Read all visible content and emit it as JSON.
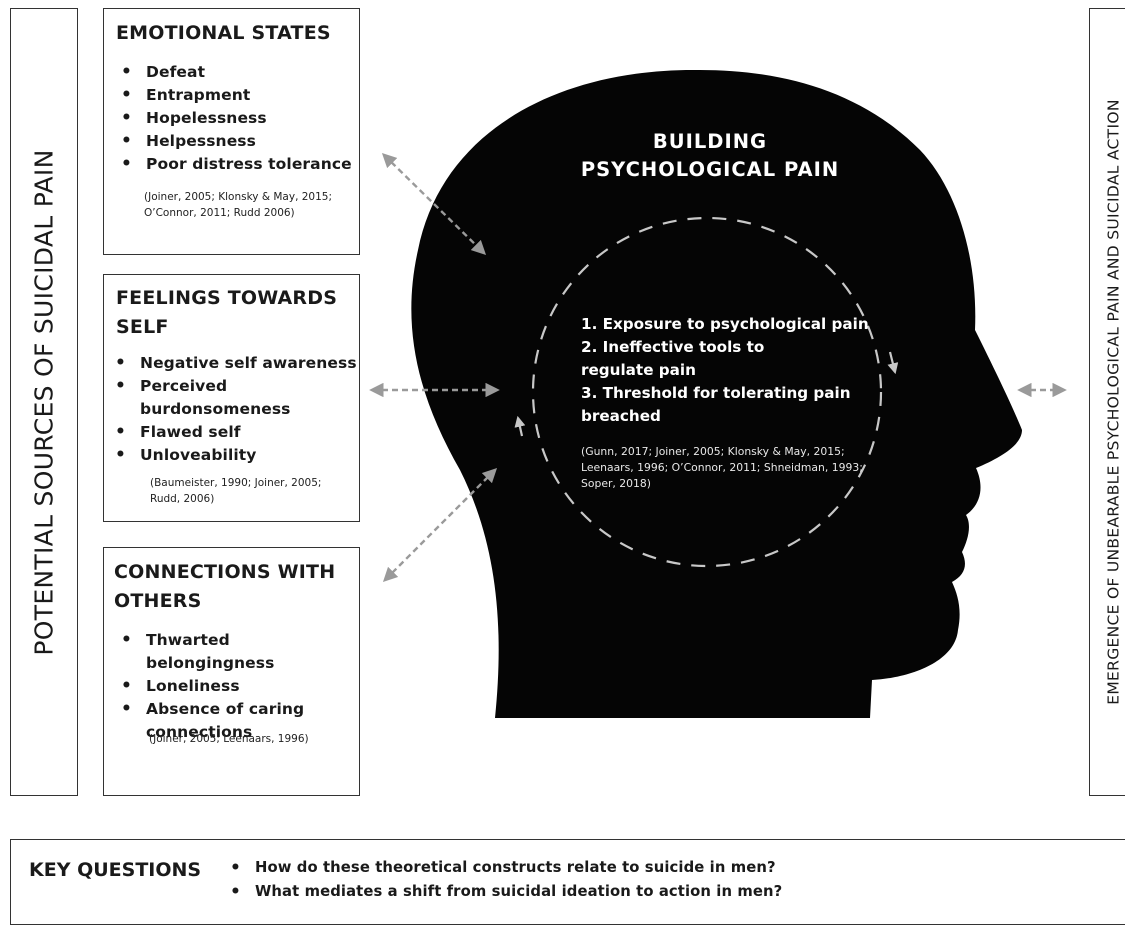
{
  "left_label": "POTENTIAL SOURCES OF SUICIDAL PAIN",
  "right_label": "EMERGENCE OF UNBEARABLE PSYCHOLOGICAL PAIN AND SUICIDAL ACTION",
  "boxes": [
    {
      "title_lines": [
        "EMOTIONAL STATES"
      ],
      "items": [
        "Defeat",
        "Entrapment",
        "Hopelessness",
        "Helpessness",
        "Poor distress tolerance"
      ],
      "citation_lines": [
        "(Joiner, 2005; Klonsky & May, 2015;",
        "O’Connor, 2011; Rudd 2006)"
      ]
    },
    {
      "title_lines": [
        "FEELINGS TOWARDS",
        "SELF"
      ],
      "items": [
        "Negative self awareness",
        "Perceived burdonsomeness",
        "Flawed self",
        "Unloveability"
      ],
      "citation_lines": [
        "(Baumeister, 1990; Joiner, 2005;",
        "Rudd, 2006)"
      ]
    },
    {
      "title_lines": [
        "CONNECTIONS WITH",
        "OTHERS"
      ],
      "items": [
        "Thwarted belongingness",
        "Loneliness",
        "Absence of caring connections"
      ],
      "citation_lines": [
        "(Joiner, 2005; Leenaars, 1996)"
      ]
    }
  ],
  "head": {
    "title_lines": [
      "BUILDING",
      "PSYCHOLOGICAL PAIN"
    ],
    "steps": [
      "1. Exposure to psychological pain",
      "2. Ineffective tools to regulate pain",
      "3. Threshold for tolerating pain breached"
    ],
    "citation_lines": [
      "(Gunn, 2017; Joiner, 2005; Klonsky & May, 2015;",
      "Leenaars, 1996; O’Connor, 2011; Shneidman, 1993;",
      "Soper, 2018)"
    ]
  },
  "key_questions": {
    "label": "KEY QUESTIONS",
    "items": [
      "How do these theoretical constructs relate to suicide in men?",
      "What mediates a shift from suicidal ideation to action in men?"
    ]
  },
  "colors": {
    "head_fill": "#050505",
    "arrow": "#9a9a9a",
    "frame_border": "#333333"
  }
}
